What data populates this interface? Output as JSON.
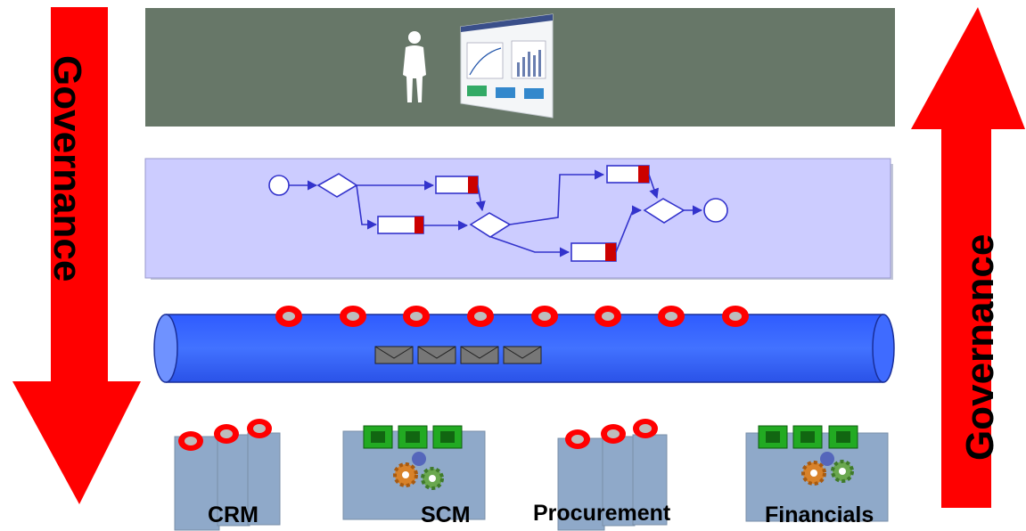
{
  "governance": {
    "left_label": "Governance",
    "right_label": "Governance",
    "arrow_color": "#ff0000"
  },
  "layers": {
    "presentation": {
      "color": "#677768",
      "icons": [
        "person-icon",
        "dashboard-screen-icon"
      ]
    },
    "process": {
      "color": "#ccccff",
      "icons": [
        "process-flow-icon"
      ]
    },
    "bus": {
      "color": "#3f6bff",
      "icons": [
        "service-endpoint-icon",
        "message-envelope-icon"
      ]
    }
  },
  "systems": [
    {
      "id": "crm",
      "label": "CRM",
      "icons": [
        "service-endpoint-icon"
      ]
    },
    {
      "id": "scm",
      "label": "SCM",
      "icons": [
        "component-icon",
        "gear-icon"
      ]
    },
    {
      "id": "procurement",
      "label": "Procurement",
      "icons": [
        "service-endpoint-icon"
      ]
    },
    {
      "id": "financials",
      "label": "Financials",
      "icons": [
        "component-icon",
        "gear-icon"
      ]
    }
  ]
}
